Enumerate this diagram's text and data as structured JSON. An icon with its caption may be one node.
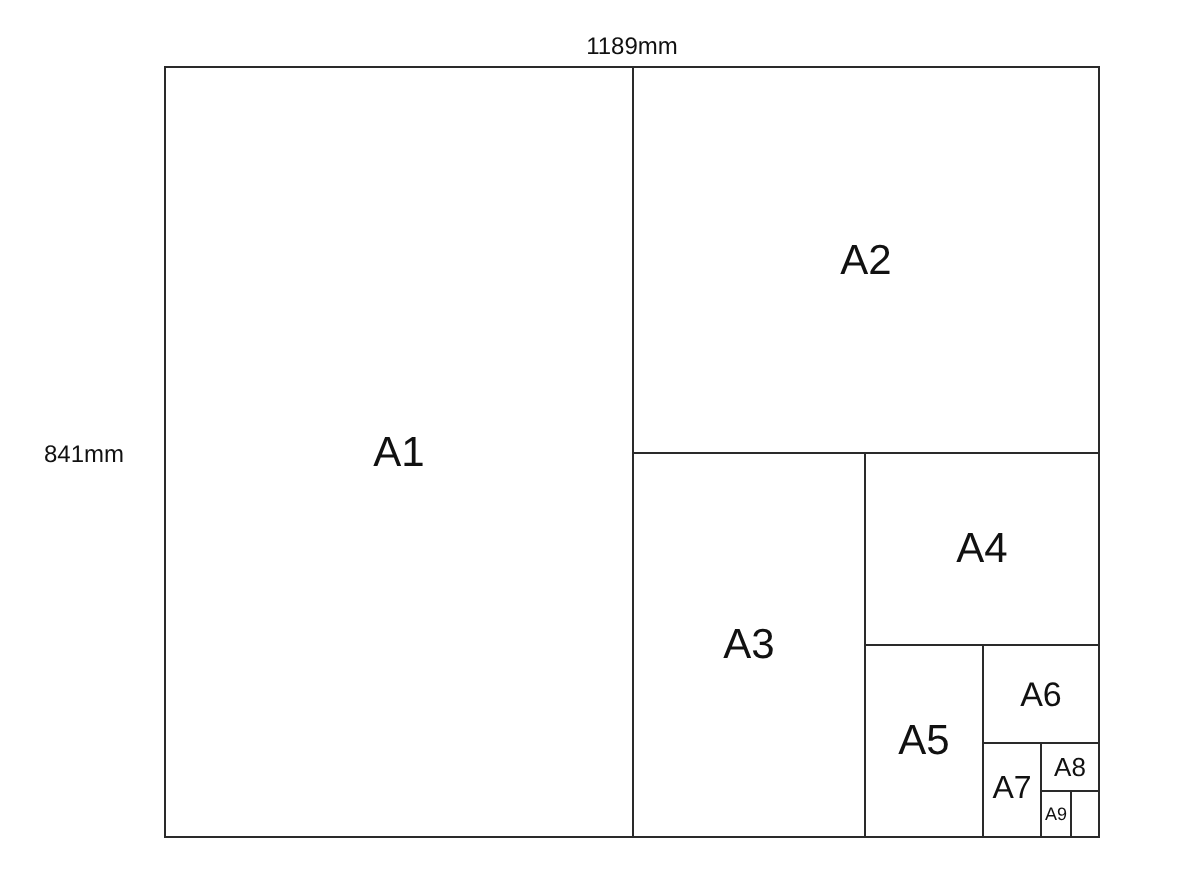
{
  "diagram": {
    "nodes": [
      {
        "text": [
          "A1"
        ]
      },
      {
        "text": [
          "A2"
        ]
      },
      {
        "text": [
          "A3"
        ]
      },
      {
        "text": [
          "A4"
        ]
      },
      {
        "text": [
          "A5"
        ]
      },
      {
        "text": [
          "A6"
        ]
      },
      {
        "text": [
          "A7"
        ]
      },
      {
        "text": [
          "A8"
        ]
      },
      {
        "text": [
          "A9"
        ]
      },
      {
        "text": [],
        "shape": "box"
      }
    ],
    "edges": [],
    "labels": [
      "1189mm",
      "841mm"
    ]
  }
}
